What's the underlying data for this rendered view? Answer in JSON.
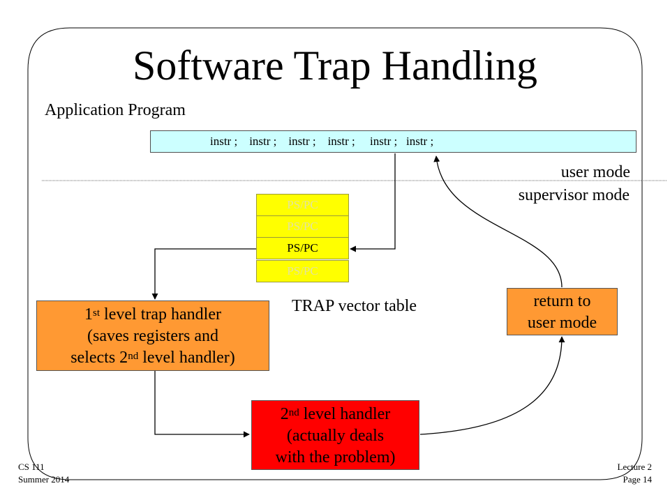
{
  "slide": {
    "title": "Software Trap Handling",
    "app_label": "Application Program",
    "instructions": "instr ;    instr ;    instr ;    instr ;     instr ;   instr ;",
    "user_mode": "user mode",
    "supervisor_mode": "supervisor mode",
    "vector_table": {
      "entries": [
        "PS/PC",
        "PS/PC",
        "PS/PC",
        "PS/PC"
      ],
      "active_index": 2,
      "label": "TRAP vector table"
    },
    "first_handler": {
      "line1_pre": "1",
      "line1_sup": "st",
      "line1_post": " level trap handler",
      "line2": "(saves registers and",
      "line3_pre": "selects 2",
      "line3_sup": "nd",
      "line3_post": " level handler)"
    },
    "second_handler": {
      "line1_pre": "2",
      "line1_sup": "nd",
      "line1_post": " level handler",
      "line2": "(actually deals",
      "line3": "with the problem)"
    },
    "return_box": {
      "line1": "return to",
      "line2": "user mode"
    },
    "footer": {
      "course": "CS 111",
      "term": "Summer 2014",
      "lecture": "Lecture 2",
      "page": "Page 14"
    }
  },
  "colors": {
    "instr_bar": "#ccffff",
    "vector_entry": "#ffff00",
    "first_handler": "#ff9933",
    "second_handler": "#ff0000",
    "return_box": "#ff9933"
  }
}
